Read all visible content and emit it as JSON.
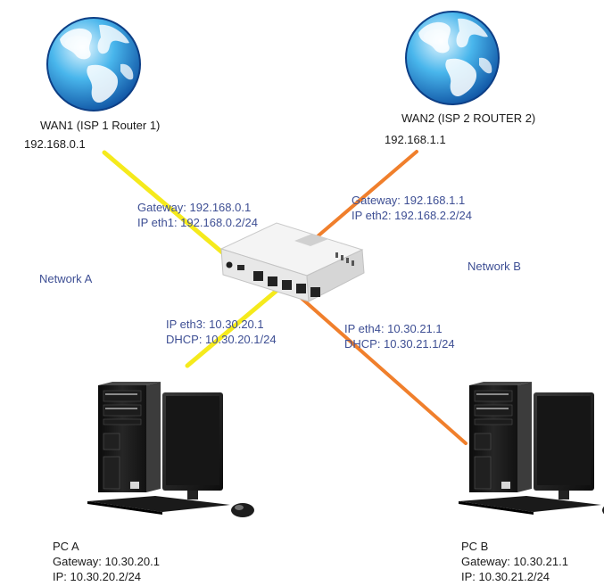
{
  "wan1": {
    "title": "WAN1  (ISP 1 Router 1)",
    "ip": "192.168.0.1"
  },
  "wan2": {
    "title": "WAN2  (ISP 2 ROUTER 2)",
    "ip": "192.168.1.1"
  },
  "link_wan1": {
    "gateway": "Gateway: 192.168.0.1",
    "ip": "IP eth1: 192.168.0.2/24"
  },
  "link_wan2": {
    "gateway": "Gateway: 192.168.1.1",
    "ip": "IP eth2: 192.168.2.2/24"
  },
  "network_a": "Network A",
  "network_b": "Network B",
  "link_pc_a": {
    "ip": "IP eth3: 10.30.20.1",
    "dhcp": "DHCP: 10.30.20.1/24"
  },
  "link_pc_b": {
    "ip": "IP eth4: 10.30.21.1",
    "dhcp": "DHCP: 10.30.21.1/24"
  },
  "pc_a": {
    "name": "PC A",
    "gateway": "Gateway: 10.30.20.1",
    "ip": "IP: 10.30.20.2/24"
  },
  "pc_b": {
    "name": "PC B",
    "gateway": "Gateway: 10.30.21.1",
    "ip": "IP: 10.30.21.2/24"
  },
  "colors": {
    "network_a_link": "#f5ea1c",
    "network_b_link": "#f07f2c",
    "label_blue": "#3e4f94"
  },
  "icons": [
    "globe-icon",
    "router-icon",
    "desktop-pc-icon",
    "monitor-icon",
    "keyboard-icon",
    "mouse-icon"
  ]
}
